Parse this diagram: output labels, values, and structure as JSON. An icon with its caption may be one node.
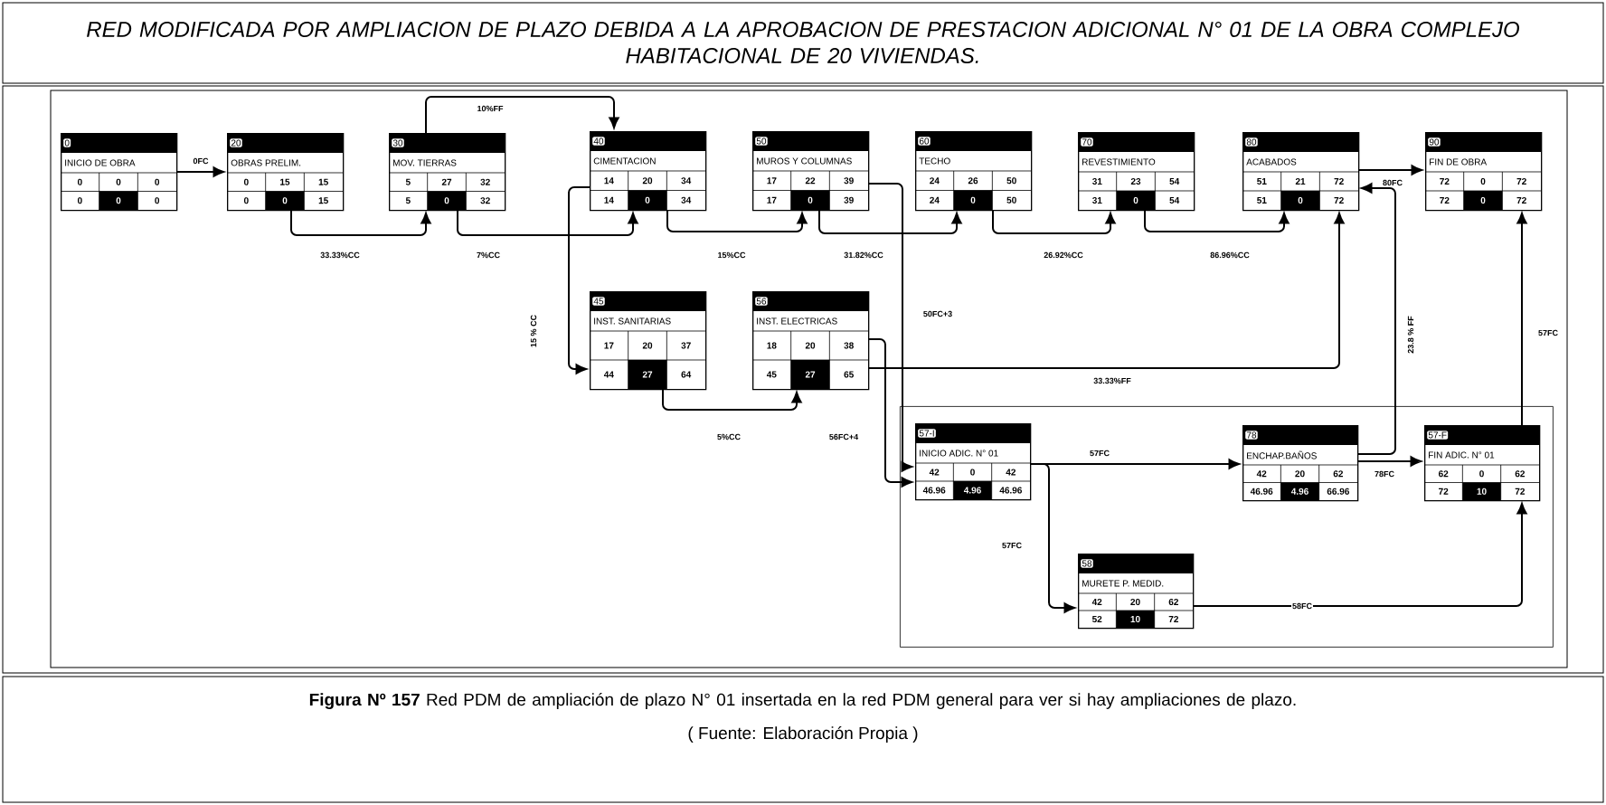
{
  "diagram": {
    "title": "RED MODIFICADA POR AMPLIACION DE PLAZO DEBIDA A LA APROBACION DE PRESTACION ADICIONAL N° 01 DE LA OBRA COMPLEJO HABITACIONAL DE 20 VIVIENDAS.",
    "caption": "**Figura Nº 157** Red PDM de ampliación de plazo N° 01 insertada en la red PDM general para ver si hay ampliaciones de plazo.",
    "nodes": [
      {
        "text": [
          "0",
          "INICIO DE OBRA",
          "0",
          "0",
          "0",
          "0",
          "0",
          "0"
        ]
      },
      {
        "text": [
          "20",
          "OBRAS PRELIM.",
          "0",
          "15",
          "15",
          "0",
          "0",
          "15"
        ]
      },
      {
        "text": [
          "30",
          "MOV. TIERRAS",
          "5",
          "27",
          "32",
          "5",
          "0",
          "32"
        ]
      },
      {
        "text": [
          "40",
          "CIMENTACION",
          "14",
          "20",
          "34",
          "14",
          "0",
          "34"
        ]
      },
      {
        "text": [
          "50",
          "MUROS Y COLUMNAS",
          "17",
          "22",
          "39",
          "17",
          "0",
          "39"
        ]
      },
      {
        "text": [
          "60",
          "TECHO",
          "24",
          "26",
          "50",
          "24",
          "0",
          "50"
        ]
      },
      {
        "text": [
          "70",
          "REVESTIMIENTO",
          "31",
          "23",
          "54",
          "31",
          "0",
          "54"
        ]
      },
      {
        "text": [
          "80",
          "ACABADOS",
          "51",
          "21",
          "72",
          "51",
          "0",
          "72"
        ]
      },
      {
        "text": [
          "90",
          "FIN DE OBRA",
          "72",
          "0",
          "72",
          "72",
          "0",
          "72"
        ]
      },
      {
        "text": [
          "45",
          "INST. SANITARIAS",
          "17",
          "20",
          "37",
          "44",
          "27",
          "64"
        ]
      },
      {
        "text": [
          "56",
          "INST. ELECTRICAS",
          "18",
          "20",
          "38",
          "45",
          "27",
          "65"
        ]
      },
      {
        "text": [],
        "shape": "box"
      },
      {
        "text": [
          "57-I",
          "INICIO ADIC. N° 01",
          "42",
          "0",
          "42",
          "46.96",
          "4.96",
          "46.96"
        ],
        "in": 11
      },
      {
        "text": [
          "78",
          "ENCHAP.BAÑOS",
          "42",
          "20",
          "62",
          "46.96",
          "4.96",
          "66.96"
        ],
        "in": 11
      },
      {
        "text": [
          "57-F",
          "FIN ADIC. N° 01",
          "62",
          "0",
          "62",
          "72",
          "10",
          "72"
        ],
        "in": 11
      },
      {
        "text": [
          "58",
          "MURETE P. MEDID.",
          "42",
          "20",
          "62",
          "52",
          "10",
          "72"
        ],
        "in": 11
      }
    ],
    "edges": [
      {
        "from": 0,
        "to": 1,
        "arrow": "to",
        "label": "0FC"
      },
      {
        "from": 1,
        "to": 2,
        "arrow": "to",
        "label": "33.33%CC"
      },
      {
        "from": 2,
        "to": 3,
        "arrow": "to",
        "label": "10%FF"
      },
      {
        "from": 2,
        "to": 3,
        "arrow": "to",
        "label": "7%CC"
      },
      {
        "from": 3,
        "to": 4,
        "arrow": "to",
        "label": "15%CC"
      },
      {
        "from": 4,
        "to": 5,
        "arrow": "to",
        "label": "31.82%CC"
      },
      {
        "from": 5,
        "to": 6,
        "arrow": "to",
        "label": "26.92%CC"
      },
      {
        "from": 6,
        "to": 7,
        "arrow": "to",
        "label": "86.96%CC"
      },
      {
        "from": 7,
        "to": 8,
        "arrow": "to",
        "label": "80FC"
      },
      {
        "from": 3,
        "to": 9,
        "arrow": "to",
        "label": "15 % CC"
      },
      {
        "from": 9,
        "to": 10,
        "arrow": "to",
        "label": "5%CC"
      },
      {
        "from": 10,
        "to": 7,
        "arrow": "to",
        "label": "33.33%FF"
      },
      {
        "from": 4,
        "to": 12,
        "arrow": "to",
        "label": "50FC+3"
      },
      {
        "from": 10,
        "to": 12,
        "arrow": "to",
        "label": "56FC+4"
      },
      {
        "from": 12,
        "to": 13,
        "arrow": "to",
        "label": "57FC"
      },
      {
        "from": 12,
        "to": 15,
        "arrow": "to",
        "label": "57FC"
      },
      {
        "from": 13,
        "to": 14,
        "arrow": "to",
        "label": "78FC"
      },
      {
        "from": 13,
        "to": 7,
        "arrow": "to",
        "label": "23.8 % FF"
      },
      {
        "from": 14,
        "to": 8,
        "arrow": "to",
        "label": "57FC"
      },
      {
        "from": 15,
        "to": 14,
        "arrow": "to",
        "label": "58FC"
      }
    ],
    "labels": [
      "( Fuente: Elaboración Propia )"
    ]
  }
}
